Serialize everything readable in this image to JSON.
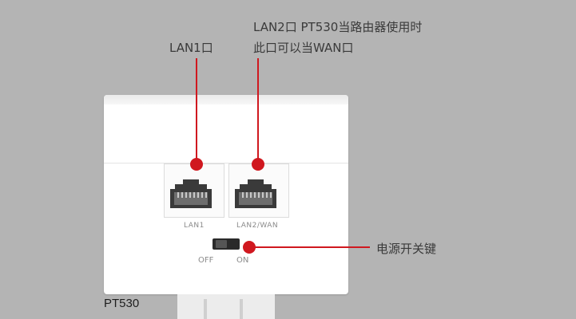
{
  "callouts": {
    "lan1": "LAN1口",
    "lan2_line1": "LAN2口 PT530当路由器使用时",
    "lan2_line2": "此口可以当WAN口",
    "power_switch": "电源开关键"
  },
  "device": {
    "model": "PT530",
    "ports": [
      {
        "caption": "LAN1"
      },
      {
        "caption": "LAN2/WAN"
      }
    ],
    "switch": {
      "off_label": "OFF",
      "on_label": "ON"
    }
  },
  "colors": {
    "background": "#b4b4b4",
    "device_body": "#ffffff",
    "callout_red": "#d0181f",
    "label_text": "#3a3a3a"
  }
}
